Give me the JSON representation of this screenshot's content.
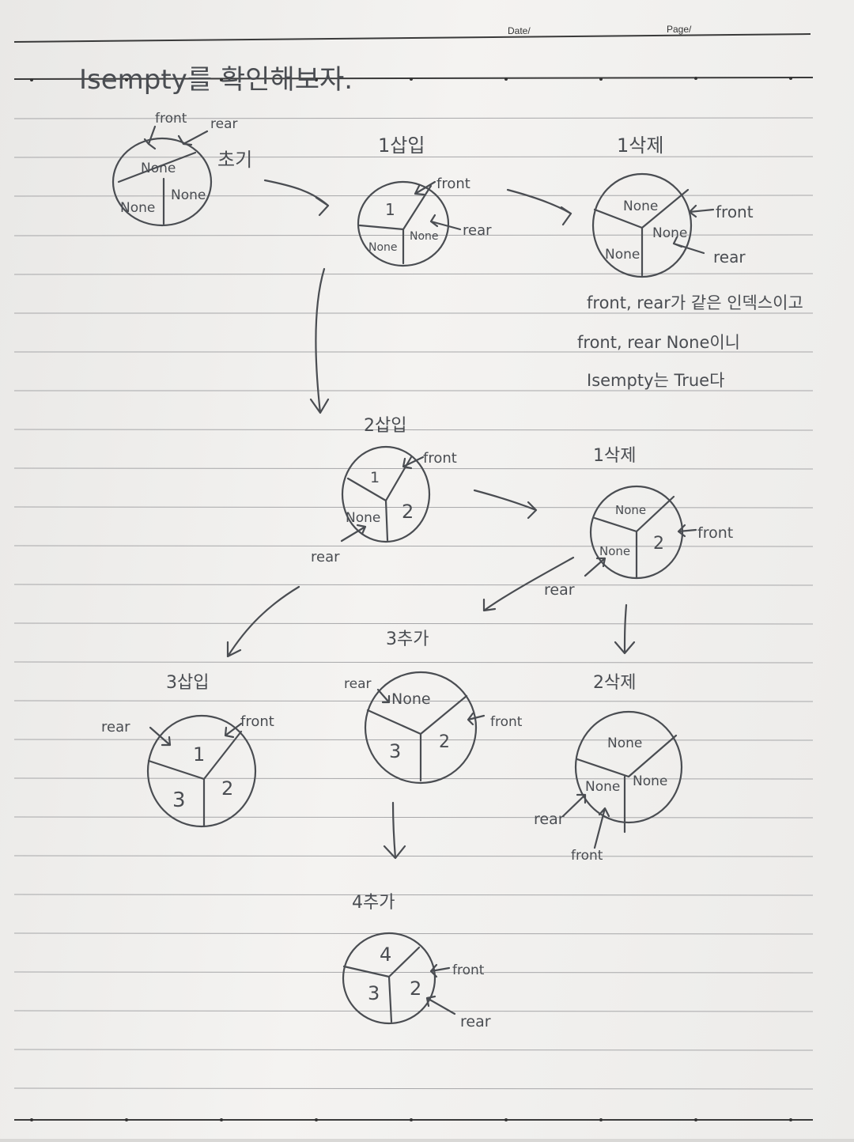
{
  "header": {
    "date_label": "Date/",
    "page_label": "Page/"
  },
  "title": "Isempty를 확인해보자.",
  "labels": {
    "front": "front",
    "rear": "rear",
    "none": "None"
  },
  "states": [
    {
      "id": "init",
      "caption": "초기",
      "slots": [
        "None",
        "None",
        "None"
      ]
    },
    {
      "id": "s1",
      "caption": "1삽입",
      "slots": [
        "1",
        "None",
        "None"
      ]
    },
    {
      "id": "s2",
      "caption": "1삭제",
      "slots": [
        "None",
        "None",
        "None"
      ]
    },
    {
      "id": "s3",
      "caption": "2삽입",
      "slots": [
        "1",
        "2",
        "None"
      ]
    },
    {
      "id": "s4",
      "caption": "1삭제",
      "slots": [
        "None",
        "2",
        "None"
      ]
    },
    {
      "id": "s5",
      "caption": "3삽입",
      "slots": [
        "1",
        "2",
        "3"
      ]
    },
    {
      "id": "s6",
      "caption": "3추가",
      "slots": [
        "None",
        "2",
        "3"
      ]
    },
    {
      "id": "s7",
      "caption": "2삭제",
      "slots": [
        "None",
        "None",
        "None"
      ]
    },
    {
      "id": "s8",
      "caption": "4추가",
      "slots": [
        "4",
        "2",
        "3"
      ]
    }
  ],
  "note": [
    "front, rear가 같은 인덱스이고",
    "front, rear None이니",
    "Isempty는 True다"
  ]
}
